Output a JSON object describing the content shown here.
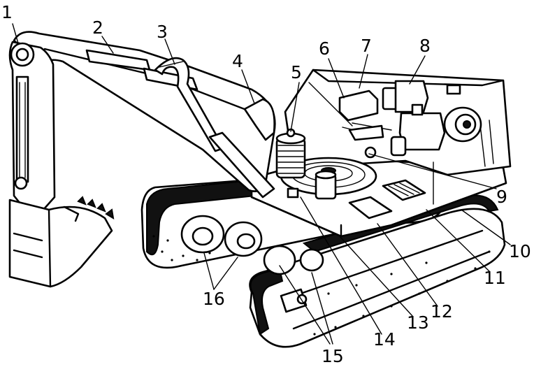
{
  "figure": {
    "subject-icon": "crawler-excavator-cutaway-drawing",
    "ink_color": "#000000",
    "background_color": "#ffffff"
  },
  "callouts": [
    {
      "id": "1",
      "label": "1"
    },
    {
      "id": "2",
      "label": "2"
    },
    {
      "id": "3",
      "label": "3"
    },
    {
      "id": "4",
      "label": "4"
    },
    {
      "id": "5",
      "label": "5"
    },
    {
      "id": "6",
      "label": "6"
    },
    {
      "id": "7",
      "label": "7"
    },
    {
      "id": "8",
      "label": "8"
    },
    {
      "id": "9",
      "label": "9"
    },
    {
      "id": "10",
      "label": "10"
    },
    {
      "id": "11",
      "label": "11"
    },
    {
      "id": "12",
      "label": "12"
    },
    {
      "id": "13",
      "label": "13"
    },
    {
      "id": "14",
      "label": "14"
    },
    {
      "id": "15",
      "label": "15"
    },
    {
      "id": "16",
      "label": "16"
    }
  ]
}
